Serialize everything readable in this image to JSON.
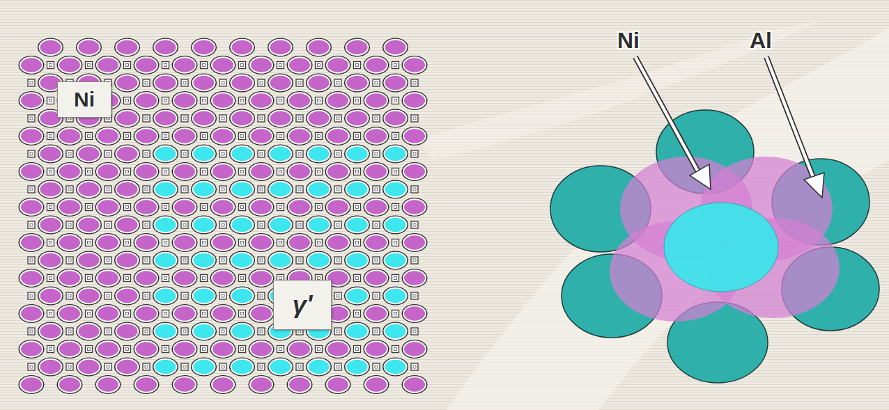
{
  "diagram": {
    "nodes": [
      {
        "text": [
          "Ni"
        ]
      },
      {
        "text": [
          "γ'"
        ]
      }
    ],
    "labels": [
      "Ni",
      "Al"
    ]
  }
}
